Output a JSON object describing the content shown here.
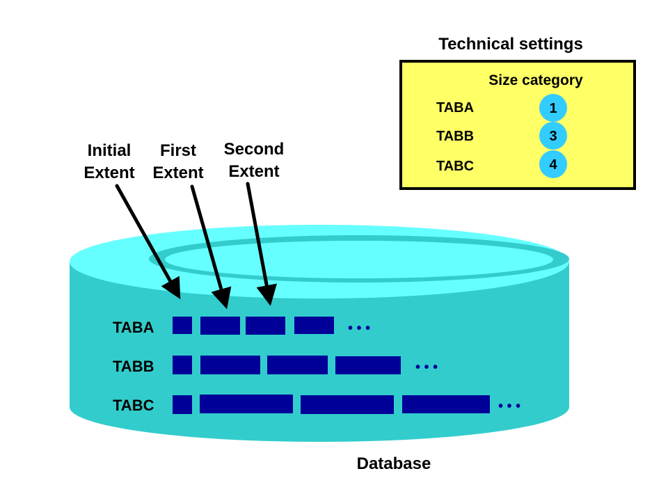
{
  "colors": {
    "cylinder_top": "#66FFFF",
    "cylinder_body": "#33CCCC",
    "extent_block": "#000099",
    "settings_bg": "#FFFF66",
    "badge": "#33CCFF",
    "text": "#000000"
  },
  "technical_settings": {
    "title": "Technical settings",
    "column_header": "Size category",
    "rows": [
      {
        "table": "TABA",
        "size_category": "1"
      },
      {
        "table": "TABB",
        "size_category": "3"
      },
      {
        "table": "TABC",
        "size_category": "4"
      }
    ]
  },
  "extent_labels": [
    {
      "line1": "Initial",
      "line2": "Extent"
    },
    {
      "line1": "First",
      "line2": "Extent"
    },
    {
      "line1": "Second",
      "line2": "Extent"
    }
  ],
  "database": {
    "label": "Database",
    "tables": [
      {
        "name": "TABA",
        "extents": 4,
        "continuation": "• • •"
      },
      {
        "name": "TABB",
        "extents": 4,
        "continuation": "• • •"
      },
      {
        "name": "TABC",
        "extents": 4,
        "continuation": "• • •"
      }
    ]
  }
}
